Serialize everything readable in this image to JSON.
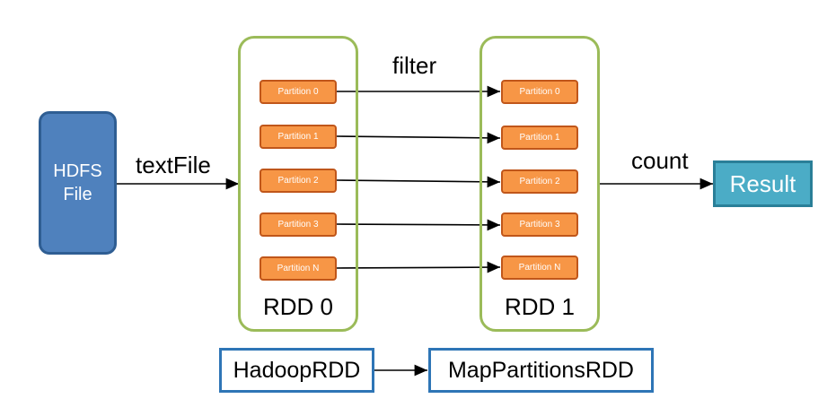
{
  "hdfs_box": {
    "line1": "HDFS",
    "line2": "File"
  },
  "edges": {
    "text_file": "textFile",
    "filter": "filter",
    "count": "count"
  },
  "rdd0": {
    "label": "RDD 0",
    "partitions": [
      "Partition 0",
      "Partition 1",
      "Partition 2",
      "Partition 3",
      "Partition N"
    ]
  },
  "rdd1": {
    "label": "RDD 1",
    "partitions": [
      "Partition 0",
      "Partition 1",
      "Partition 2",
      "Partition 3",
      "Partition N"
    ]
  },
  "result": {
    "label": "Result"
  },
  "lineage": {
    "from": "HadoopRDD",
    "to": "MapPartitionsRDD"
  },
  "colors": {
    "hdfs_fill": "#4f81bd",
    "rdd_border": "#9bbb59",
    "partition_fill": "#f79646",
    "result_fill": "#4bacc6",
    "lineage_border": "#2e75b6"
  }
}
